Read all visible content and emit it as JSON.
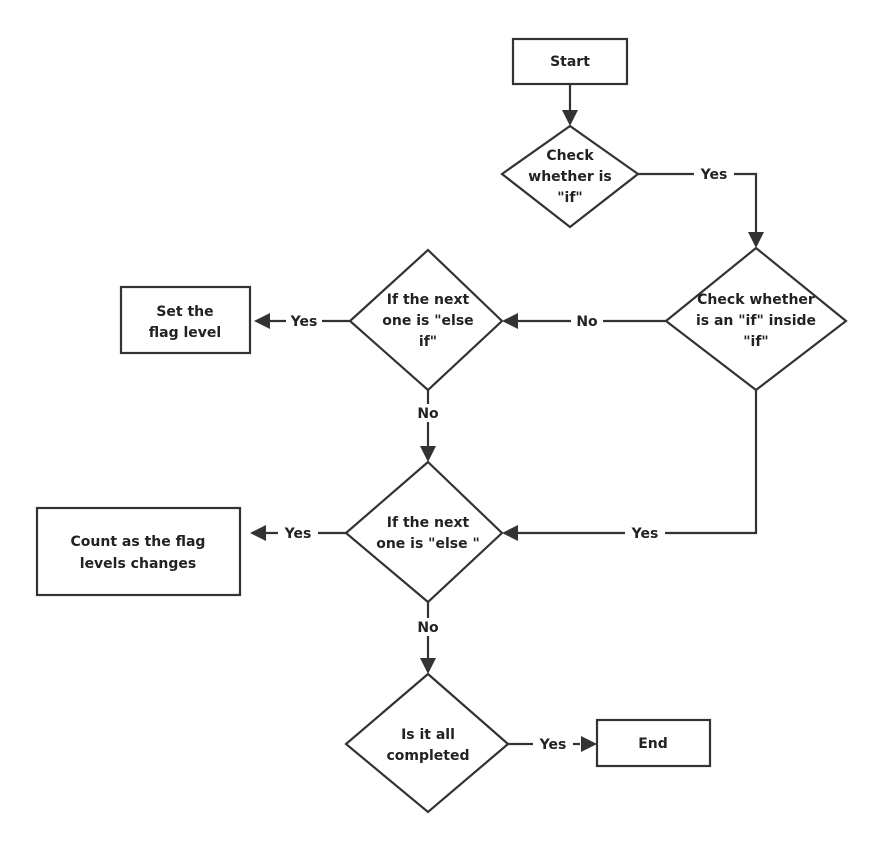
{
  "nodes": {
    "start": [
      "Start"
    ],
    "check_if": [
      "Check",
      "whether is",
      "\"if\""
    ],
    "check_nested": [
      "Check whether",
      "is an \"if\" inside",
      "\"if\""
    ],
    "next_else_if": [
      "If the next",
      "one is \"else",
      "if\""
    ],
    "set_flag": [
      "Set the",
      "flag level"
    ],
    "next_else": [
      "If the next",
      "one is \"else \""
    ],
    "count_flag": [
      "Count as the flag",
      "levels changes"
    ],
    "all_completed": [
      "Is it all",
      "completed"
    ],
    "end": [
      "End"
    ]
  },
  "edges": {
    "check_if_to_nested": "Yes",
    "nested_to_else_if": "No",
    "else_if_to_set_flag": "Yes",
    "else_if_to_else": "No",
    "nested_to_else": "Yes",
    "else_to_count": "Yes",
    "else_to_completed": "No",
    "completed_to_end": "Yes"
  }
}
